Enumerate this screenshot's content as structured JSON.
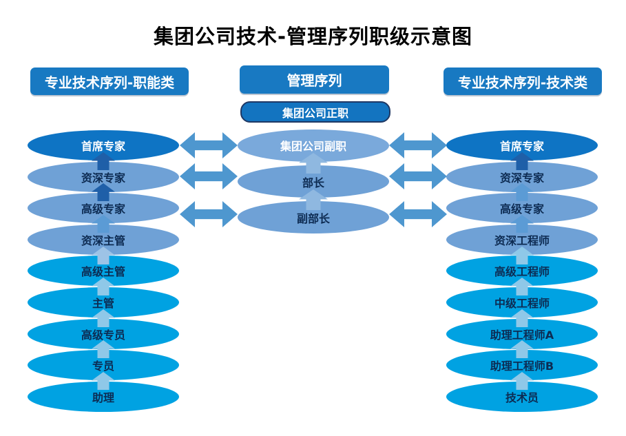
{
  "title": "集团公司技术-管理序列职级示意图",
  "palette": {
    "title_color": "#000000",
    "header_fill": "#1879C2",
    "pill_fill": "#1374C0",
    "pill_border": "#1F3864",
    "ellipse_dark": "#0E74C4",
    "ellipse_mid": "#6FA1D6",
    "ellipse_center_top": "#7AA9DB",
    "ellipse_light": "#00A2E2",
    "text_light": "#FFFFFF",
    "text_dark": "#0D2B52",
    "double_arrow": "#4E97CF",
    "arrow_dark": "#1F5FA8",
    "arrow_mid": "#5B9BD5",
    "arrow_steel_light": "#9DC3E6",
    "arrow_light": "#8FC8E8",
    "arrow_center": "#8FB8E0"
  },
  "columns": {
    "left": {
      "header": "专业技术序列-职能类",
      "items": [
        {
          "label": "首席专家",
          "tone": "dark",
          "text": "light"
        },
        {
          "label": "资深专家",
          "tone": "mid",
          "text": "dark"
        },
        {
          "label": "高级专家",
          "tone": "mid",
          "text": "dark"
        },
        {
          "label": "资深主管",
          "tone": "mid",
          "text": "dark"
        },
        {
          "label": "高级主管",
          "tone": "light",
          "text": "dark"
        },
        {
          "label": "主管",
          "tone": "light",
          "text": "dark"
        },
        {
          "label": "高级专员",
          "tone": "light",
          "text": "dark"
        },
        {
          "label": "专员",
          "tone": "light",
          "text": "dark"
        },
        {
          "label": "助理",
          "tone": "light",
          "text": "dark"
        }
      ],
      "gap_arrows": [
        "arrow_dark",
        "arrow_dark",
        "arrow_mid",
        "arrow_steel_light",
        "arrow_light",
        "arrow_light",
        "arrow_light",
        "arrow_light"
      ]
    },
    "center": {
      "header": "管理序列",
      "top_item": "集团公司正职",
      "items": [
        {
          "label": "集团公司副职",
          "tone": "center",
          "text": "light"
        },
        {
          "label": "部长",
          "tone": "mid",
          "text": "dark"
        },
        {
          "label": "副部长",
          "tone": "mid",
          "text": "dark"
        }
      ],
      "gap_arrows": [
        "arrow_center",
        "arrow_center"
      ]
    },
    "right": {
      "header": "专业技术序列-技术类",
      "items": [
        {
          "label": "首席专家",
          "tone": "dark",
          "text": "light"
        },
        {
          "label": "资深专家",
          "tone": "mid",
          "text": "dark"
        },
        {
          "label": "高级专家",
          "tone": "mid",
          "text": "dark"
        },
        {
          "label": "资深工程师",
          "tone": "mid",
          "text": "dark"
        },
        {
          "label": "高级工程师",
          "tone": "light",
          "text": "dark"
        },
        {
          "label": "中级工程师",
          "tone": "light",
          "text": "dark"
        },
        {
          "label": "助理工程师A",
          "tone": "light",
          "text": "dark"
        },
        {
          "label": "助理工程师B",
          "tone": "light",
          "text": "dark"
        },
        {
          "label": "技术员",
          "tone": "light",
          "text": "dark"
        }
      ],
      "gap_arrows": [
        "arrow_dark",
        "arrow_mid",
        "arrow_mid",
        "arrow_light",
        "arrow_light",
        "arrow_light",
        "arrow_light",
        "arrow_light"
      ]
    }
  },
  "cross_links": {
    "rows": [
      "首席专家↔集团公司副职",
      "资深专家↔部长",
      "高级专家↔副部长"
    ],
    "style": "double-headed"
  }
}
